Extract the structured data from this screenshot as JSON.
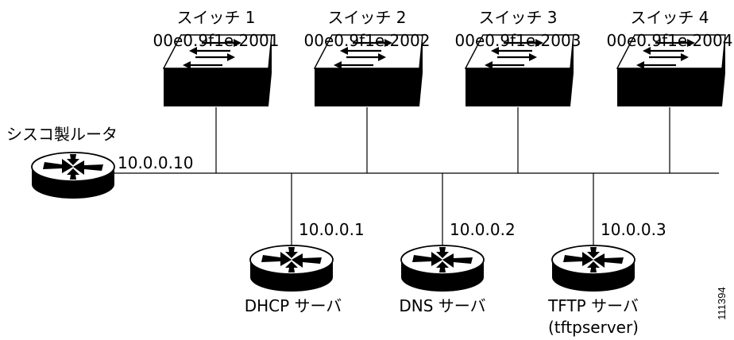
{
  "switches": [
    {
      "name": "スイッチ 1",
      "mac": "00e0.9f1e.2001"
    },
    {
      "name": "スイッチ 2",
      "mac": "00e0.9f1e.2002"
    },
    {
      "name": "スイッチ 3",
      "mac": "00e0.9f1e.2003"
    },
    {
      "name": "スイッチ 4",
      "mac": "00e0.9f1e.2004"
    }
  ],
  "router": {
    "name": "シスコ製ルータ",
    "ip": "10.0.0.10"
  },
  "servers": [
    {
      "ip": "10.0.0.1",
      "name": "DHCP サーバ"
    },
    {
      "ip": "10.0.0.2",
      "name": "DNS サーバ"
    },
    {
      "ip": "10.0.0.3",
      "name": "TFTP サーバ",
      "host": "(tftpserver)"
    }
  ],
  "figure_id": "111394"
}
